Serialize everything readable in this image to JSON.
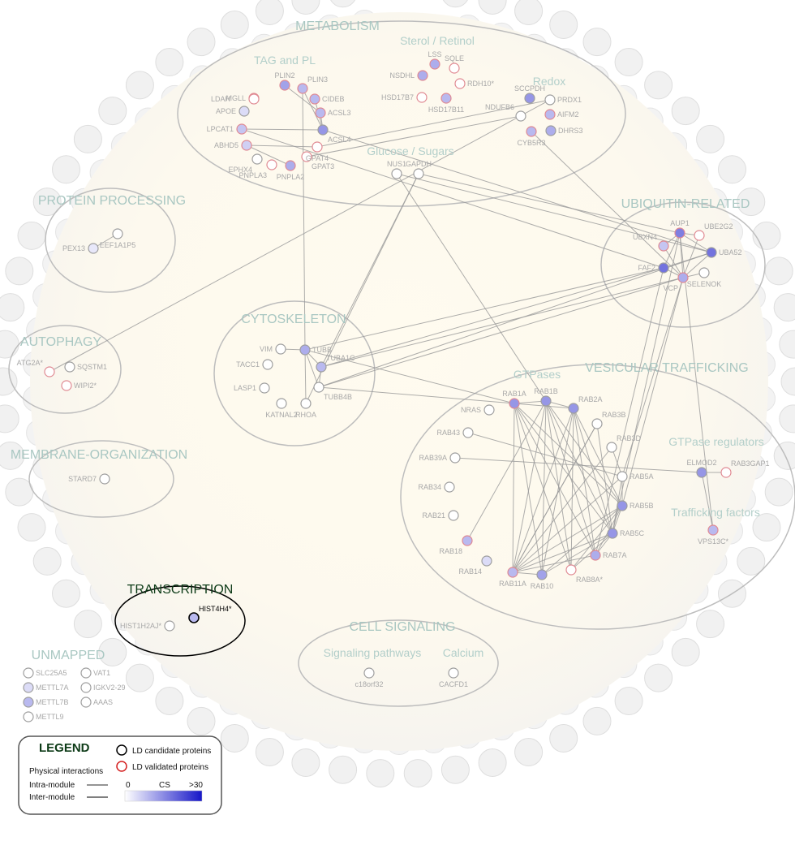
{
  "colors": {
    "candidate_stroke": "#9e9e9e",
    "validated_stroke": "#e08a93",
    "cs_low": "#ffffff",
    "cs_high": "#1616c8"
  },
  "modules": [
    {
      "id": "metabolism",
      "title": "METABOLISM",
      "subgroups": [
        "TAG and PL",
        "Sterol / Retinol",
        "Redox",
        "Glucose / Sugars"
      ]
    },
    {
      "id": "protein-processing",
      "title": "PROTEIN PROCESSING",
      "subgroups": []
    },
    {
      "id": "ubiquitin",
      "title": "UBIQUITIN-RELATED",
      "subgroups": []
    },
    {
      "id": "autophagy",
      "title": "AUTOPHAGY",
      "subgroups": []
    },
    {
      "id": "cytoskeleton",
      "title": "CYTOSKELETON",
      "subgroups": []
    },
    {
      "id": "vesicular",
      "title": "VESICULAR TRAFFICKING",
      "subgroups": [
        "GTPases",
        "GTPase regulators",
        "Trafficking factors"
      ]
    },
    {
      "id": "membrane",
      "title": "MEMBRANE-ORGANIZATION",
      "subgroups": []
    },
    {
      "id": "transcription",
      "title": "TRANSCRIPTION",
      "subgroups": []
    },
    {
      "id": "cell-signaling",
      "title": "CELL SIGNALING",
      "subgroups": [
        "Signaling pathways",
        "Calcium"
      ]
    },
    {
      "id": "unmapped",
      "title": "UNMAPPED",
      "subgroups": []
    }
  ],
  "proteins": [
    {
      "id": "MGLL",
      "label": "MGLL",
      "module": "metabolism",
      "validated": true,
      "cs": 0.0
    },
    {
      "id": "PLIN2",
      "label": "PLIN2",
      "module": "metabolism",
      "validated": true,
      "cs": 0.4
    },
    {
      "id": "PLIN3",
      "label": "PLIN3",
      "module": "metabolism",
      "validated": true,
      "cs": 0.3
    },
    {
      "id": "CIDEB",
      "label": "CIDEB",
      "module": "metabolism",
      "validated": true,
      "cs": 0.3
    },
    {
      "id": "LDAH",
      "label": "LDAH",
      "module": "metabolism",
      "validated": true,
      "cs": 0.0
    },
    {
      "id": "APOE",
      "label": "APOE",
      "module": "metabolism",
      "validated": false,
      "cs": 0.15
    },
    {
      "id": "ACSL3",
      "label": "ACSL3",
      "module": "metabolism",
      "validated": true,
      "cs": 0.3
    },
    {
      "id": "ACSL4",
      "label": "ACSL4",
      "module": "metabolism",
      "validated": false,
      "cs": 0.45
    },
    {
      "id": "LPCAT1",
      "label": "LPCAT1",
      "module": "metabolism",
      "validated": true,
      "cs": 0.25
    },
    {
      "id": "ABHD5",
      "label": "ABHD5",
      "module": "metabolism",
      "validated": true,
      "cs": 0.2
    },
    {
      "id": "GPAT3",
      "label": "GPAT3",
      "module": "metabolism",
      "validated": true,
      "cs": 0.0
    },
    {
      "id": "EPHX4",
      "label": "EPHX4",
      "module": "metabolism",
      "validated": false,
      "cs": 0.0
    },
    {
      "id": "GPAT4",
      "label": "GPAT4",
      "module": "metabolism",
      "validated": true,
      "cs": 0.0
    },
    {
      "id": "PNPLA3",
      "label": "PNPLA3",
      "module": "metabolism",
      "validated": true,
      "cs": 0.0
    },
    {
      "id": "PNPLA2",
      "label": "PNPLA2",
      "module": "metabolism",
      "validated": true,
      "cs": 0.35
    },
    {
      "id": "LSS",
      "label": "LSS",
      "module": "metabolism",
      "validated": true,
      "cs": 0.35
    },
    {
      "id": "SQLE",
      "label": "SQLE",
      "module": "metabolism",
      "validated": true,
      "cs": 0.0
    },
    {
      "id": "NSDHL",
      "label": "NSDHL",
      "module": "metabolism",
      "validated": true,
      "cs": 0.35
    },
    {
      "id": "RDH10",
      "label": "RDH10*",
      "module": "metabolism",
      "validated": true,
      "cs": 0.0
    },
    {
      "id": "HSD17B7",
      "label": "HSD17B7",
      "module": "metabolism",
      "validated": true,
      "cs": 0.0
    },
    {
      "id": "HSD17B11",
      "label": "HSD17B11",
      "module": "metabolism",
      "validated": true,
      "cs": 0.3
    },
    {
      "id": "SCCPDH",
      "label": "SCCPDH",
      "module": "metabolism",
      "validated": false,
      "cs": 0.45
    },
    {
      "id": "PRDX1",
      "label": "PRDX1",
      "module": "metabolism",
      "validated": false,
      "cs": 0.0
    },
    {
      "id": "NDUFB6",
      "label": "NDUFB6",
      "module": "metabolism",
      "validated": false,
      "cs": 0.0
    },
    {
      "id": "AIFM2",
      "label": "AIFM2",
      "module": "metabolism",
      "validated": true,
      "cs": 0.3
    },
    {
      "id": "CYB5R3",
      "label": "CYB5R3",
      "module": "metabolism",
      "validated": true,
      "cs": 0.3
    },
    {
      "id": "DHRS3",
      "label": "DHRS3",
      "module": "metabolism",
      "validated": false,
      "cs": 0.35
    },
    {
      "id": "NUS1",
      "label": "NUS1",
      "module": "metabolism",
      "validated": false,
      "cs": 0.0
    },
    {
      "id": "GAPDH",
      "label": "GAPDH",
      "module": "metabolism",
      "validated": false,
      "cs": 0.0
    },
    {
      "id": "PEX13",
      "label": "PEX13",
      "module": "protein-processing",
      "validated": false,
      "cs": 0.1
    },
    {
      "id": "EEF1A1P5",
      "label": "EEF1A1P5",
      "module": "protein-processing",
      "validated": false,
      "cs": 0.0
    },
    {
      "id": "AUP1",
      "label": "AUP1",
      "module": "ubiquitin",
      "validated": true,
      "cs": 0.55
    },
    {
      "id": "UBE2G2",
      "label": "UBE2G2",
      "module": "ubiquitin",
      "validated": true,
      "cs": 0.0
    },
    {
      "id": "UBXN4",
      "label": "UBXN4",
      "module": "ubiquitin",
      "validated": true,
      "cs": 0.25
    },
    {
      "id": "FAF2",
      "label": "FAF2",
      "module": "ubiquitin",
      "validated": false,
      "cs": 0.6
    },
    {
      "id": "UBA52",
      "label": "UBA52",
      "module": "ubiquitin",
      "validated": false,
      "cs": 0.6
    },
    {
      "id": "VCP",
      "label": "VCP",
      "module": "ubiquitin",
      "validated": true,
      "cs": 0.35
    },
    {
      "id": "SELENOK",
      "label": "SELENOK",
      "module": "ubiquitin",
      "validated": false,
      "cs": 0.0
    },
    {
      "id": "ATG2A",
      "label": "ATG2A*",
      "module": "autophagy",
      "validated": true,
      "cs": 0.0
    },
    {
      "id": "SQSTM1",
      "label": "SQSTM1",
      "module": "autophagy",
      "validated": false,
      "cs": 0.0
    },
    {
      "id": "WIPI2",
      "label": "WIPI2*",
      "module": "autophagy",
      "validated": true,
      "cs": 0.0
    },
    {
      "id": "VIM",
      "label": "VIM",
      "module": "cytoskeleton",
      "validated": false,
      "cs": 0.0
    },
    {
      "id": "TUBB",
      "label": "TUBB",
      "module": "cytoskeleton",
      "validated": false,
      "cs": 0.35
    },
    {
      "id": "TACC1",
      "label": "TACC1",
      "module": "cytoskeleton",
      "validated": false,
      "cs": 0.0
    },
    {
      "id": "TUBA1C",
      "label": "TUBA1C",
      "module": "cytoskeleton",
      "validated": false,
      "cs": 0.3
    },
    {
      "id": "LASP1",
      "label": "LASP1",
      "module": "cytoskeleton",
      "validated": false,
      "cs": 0.0
    },
    {
      "id": "TUBB4B",
      "label": "TUBB4B",
      "module": "cytoskeleton",
      "validated": false,
      "cs": 0.0
    },
    {
      "id": "KATNAL2",
      "label": "KATNAL2",
      "module": "cytoskeleton",
      "validated": false,
      "cs": 0.0
    },
    {
      "id": "RHOA",
      "label": "RHOA",
      "module": "cytoskeleton",
      "validated": false,
      "cs": 0.0
    },
    {
      "id": "STARD7",
      "label": "STARD7",
      "module": "membrane",
      "validated": false,
      "cs": 0.0
    },
    {
      "id": "RAB1A",
      "label": "RAB1A",
      "module": "vesicular",
      "validated": true,
      "cs": 0.45
    },
    {
      "id": "RAB1B",
      "label": "RAB1B",
      "module": "vesicular",
      "validated": false,
      "cs": 0.45
    },
    {
      "id": "RAB2A",
      "label": "RAB2A",
      "module": "vesicular",
      "validated": false,
      "cs": 0.45
    },
    {
      "id": "NRAS",
      "label": "NRAS",
      "module": "vesicular",
      "validated": false,
      "cs": 0.0
    },
    {
      "id": "RAB3B",
      "label": "RAB3B",
      "module": "vesicular",
      "validated": false,
      "cs": 0.0
    },
    {
      "id": "RAB43",
      "label": "RAB43",
      "module": "vesicular",
      "validated": false,
      "cs": 0.0
    },
    {
      "id": "RAB3D",
      "label": "RAB3D",
      "module": "vesicular",
      "validated": false,
      "cs": 0.0
    },
    {
      "id": "RAB39A",
      "label": "RAB39A",
      "module": "vesicular",
      "validated": false,
      "cs": 0.0
    },
    {
      "id": "RAB5A",
      "label": "RAB5A",
      "module": "vesicular",
      "validated": false,
      "cs": 0.0
    },
    {
      "id": "RAB34",
      "label": "RAB34",
      "module": "vesicular",
      "validated": false,
      "cs": 0.0
    },
    {
      "id": "RAB5B",
      "label": "RAB5B",
      "module": "vesicular",
      "validated": false,
      "cs": 0.45
    },
    {
      "id": "RAB21",
      "label": "RAB21",
      "module": "vesicular",
      "validated": false,
      "cs": 0.0
    },
    {
      "id": "RAB18",
      "label": "RAB18",
      "module": "vesicular",
      "validated": true,
      "cs": 0.3
    },
    {
      "id": "RAB5C",
      "label": "RAB5C",
      "module": "vesicular",
      "validated": false,
      "cs": 0.45
    },
    {
      "id": "RAB7A",
      "label": "RAB7A",
      "module": "vesicular",
      "validated": true,
      "cs": 0.35
    },
    {
      "id": "RAB14",
      "label": "RAB14",
      "module": "vesicular",
      "validated": false,
      "cs": 0.15
    },
    {
      "id": "RAB11A",
      "label": "RAB11A",
      "module": "vesicular",
      "validated": true,
      "cs": 0.3
    },
    {
      "id": "RAB10",
      "label": "RAB10",
      "module": "vesicular",
      "validated": false,
      "cs": 0.4
    },
    {
      "id": "RAB8A",
      "label": "RAB8A*",
      "module": "vesicular",
      "validated": true,
      "cs": 0.0
    },
    {
      "id": "ELMOD2",
      "label": "ELMOD2",
      "module": "vesicular",
      "validated": false,
      "cs": 0.45
    },
    {
      "id": "RAB3GAP1",
      "label": "RAB3GAP1",
      "module": "vesicular",
      "validated": true,
      "cs": 0.0
    },
    {
      "id": "VPS13C",
      "label": "VPS13C*",
      "module": "vesicular",
      "validated": true,
      "cs": 0.3
    },
    {
      "id": "HIST1H2AJ",
      "label": "HIST1H2AJ*",
      "module": "transcription",
      "validated": false,
      "cs": 0.0
    },
    {
      "id": "HIST4H4",
      "label": "HIST4H4*",
      "module": "transcription",
      "validated": false,
      "cs": 0.3,
      "highlighted": true
    },
    {
      "id": "C18orf32",
      "label": "c18orf32",
      "module": "cell-signaling",
      "validated": false,
      "cs": 0.0
    },
    {
      "id": "CACFD1",
      "label": "CACFD1",
      "module": "cell-signaling",
      "validated": false,
      "cs": 0.0
    },
    {
      "id": "SLC25A5",
      "label": "SLC25A5",
      "module": "unmapped",
      "validated": false,
      "cs": 0.0
    },
    {
      "id": "VAT1",
      "label": "VAT1",
      "module": "unmapped",
      "validated": false,
      "cs": 0.0
    },
    {
      "id": "METTL7A",
      "label": "METTL7A",
      "module": "unmapped",
      "validated": false,
      "cs": 0.15
    },
    {
      "id": "IGKV2-29",
      "label": "IGKV2-29",
      "module": "unmapped",
      "validated": false,
      "cs": 0.0
    },
    {
      "id": "METTL7B",
      "label": "METTL7B",
      "module": "unmapped",
      "validated": false,
      "cs": 0.3
    },
    {
      "id": "AAAS",
      "label": "AAAS",
      "module": "unmapped",
      "validated": false,
      "cs": 0.0
    },
    {
      "id": "METTL9",
      "label": "METTL9",
      "module": "unmapped",
      "validated": false,
      "cs": 0.0
    }
  ],
  "edges": [
    [
      "PLIN2",
      "ACSL3"
    ],
    [
      "PLIN3",
      "ACSL4"
    ],
    [
      "CIDEB",
      "ACSL4"
    ],
    [
      "ACSL3",
      "ACSL4"
    ],
    [
      "LPCAT1",
      "FAF2"
    ],
    [
      "LPCAT1",
      "ACSL4"
    ],
    [
      "ABHD5",
      "PNPLA2"
    ],
    [
      "ABHD5",
      "GPAT4"
    ],
    [
      "ACSL4",
      "UBA52"
    ],
    [
      "PLIN3",
      "TUBB"
    ],
    [
      "GPAT3",
      "NDUFB6"
    ],
    [
      "GPAT4",
      "PRDX1"
    ],
    [
      "CYB5R3",
      "VCP"
    ],
    [
      "NUS1",
      "UBA52"
    ],
    [
      "GAPDH",
      "TUBA1C"
    ],
    [
      "GAPDH",
      "AUP1"
    ],
    [
      "GAPDH",
      "RHOA"
    ],
    [
      "NUS1",
      "RAB1B"
    ],
    [
      "PEX13",
      "EEF1A1P5"
    ],
    [
      "ATG2A",
      "PRDX1"
    ],
    [
      "AUP1",
      "UBE2G2"
    ],
    [
      "AUP1",
      "UBXN4"
    ],
    [
      "AUP1",
      "FAF2"
    ],
    [
      "AUP1",
      "VCP"
    ],
    [
      "AUP1",
      "UBA52"
    ],
    [
      "UBXN4",
      "VCP"
    ],
    [
      "FAF2",
      "VCP"
    ],
    [
      "FAF2",
      "UBA52"
    ],
    [
      "UBA52",
      "VCP"
    ],
    [
      "VCP",
      "SELENOK"
    ],
    [
      "UBE2G2",
      "VCP"
    ],
    [
      "VIM",
      "TUBB"
    ],
    [
      "TUBB",
      "TUBA1C"
    ],
    [
      "TUBB",
      "TUBB4B"
    ],
    [
      "TUBA1C",
      "TUBB4B"
    ],
    [
      "TUBB",
      "RHOA"
    ],
    [
      "TUBB",
      "FAF2"
    ],
    [
      "TUBA1C",
      "VCP"
    ],
    [
      "TUBB4B",
      "VCP"
    ],
    [
      "TUBB4B",
      "UBA52"
    ],
    [
      "TUBA1C",
      "FAF2"
    ],
    [
      "TUBB4B",
      "RAB1A"
    ],
    [
      "RAB1A",
      "RAB1B"
    ],
    [
      "RAB1A",
      "RAB2A"
    ],
    [
      "RAB1A",
      "RAB11A"
    ],
    [
      "RAB1A",
      "RAB5B"
    ],
    [
      "RAB1A",
      "RAB5C"
    ],
    [
      "RAB1A",
      "RAB7A"
    ],
    [
      "RAB1A",
      "RAB10"
    ],
    [
      "RAB1A",
      "RAB8A"
    ],
    [
      "RAB1B",
      "RAB2A"
    ],
    [
      "RAB1B",
      "RAB11A"
    ],
    [
      "RAB1B",
      "RAB5B"
    ],
    [
      "RAB1B",
      "RAB5C"
    ],
    [
      "RAB1B",
      "RAB7A"
    ],
    [
      "RAB1B",
      "RAB10"
    ],
    [
      "RAB1B",
      "RAB8A"
    ],
    [
      "RAB1B",
      "RAB18"
    ],
    [
      "RAB2A",
      "RAB11A"
    ],
    [
      "RAB2A",
      "RAB5B"
    ],
    [
      "RAB2A",
      "RAB5C"
    ],
    [
      "RAB2A",
      "RAB7A"
    ],
    [
      "RAB2A",
      "RAB10"
    ],
    [
      "RAB2A",
      "RAB8A"
    ],
    [
      "RAB11A",
      "RAB5A"
    ],
    [
      "RAB11A",
      "RAB5B"
    ],
    [
      "RAB11A",
      "RAB5C"
    ],
    [
      "RAB11A",
      "RAB7A"
    ],
    [
      "RAB11A",
      "RAB3D"
    ],
    [
      "RAB11A",
      "RAB3B"
    ],
    [
      "RAB11A",
      "RAB10"
    ],
    [
      "RAB10",
      "RAB5C"
    ],
    [
      "RAB10",
      "RAB5B"
    ],
    [
      "RAB8A",
      "RAB5C"
    ],
    [
      "RAB8A",
      "RAB5B"
    ],
    [
      "RAB7A",
      "RAB5B"
    ],
    [
      "RAB7A",
      "RAB5C"
    ],
    [
      "RAB5A",
      "RAB5B"
    ],
    [
      "RAB5A",
      "RAB5C"
    ],
    [
      "RAB5B",
      "RAB5C"
    ],
    [
      "RAB43",
      "RAB5A"
    ],
    [
      "RAB39A",
      "ELMOD2"
    ],
    [
      "RAB3B",
      "RAB5C"
    ],
    [
      "RAB3D",
      "RAB5A"
    ],
    [
      "ELMOD2",
      "RAB3GAP1"
    ],
    [
      "ELMOD2",
      "VPS13C"
    ],
    [
      "RAB5A",
      "VCP"
    ],
    [
      "RAB7A",
      "FAF2"
    ],
    [
      "RAB5C",
      "AUP1"
    ],
    [
      "RAB5B",
      "VCP"
    ],
    [
      "VPS13C",
      "AUP1"
    ],
    [
      "RAB1A",
      "TUBB"
    ],
    [
      "RAB11A",
      "RAB3B"
    ]
  ],
  "legend": {
    "title": "LEGEND",
    "candidate_label": "LD candidate proteins",
    "validated_label": "LD validated proteins",
    "physical_label": "Physical interactions",
    "intra_label": "Intra-module",
    "inter_label": "Inter-module",
    "cs_min": "0",
    "cs_label": "CS",
    "cs_max": ">30"
  }
}
